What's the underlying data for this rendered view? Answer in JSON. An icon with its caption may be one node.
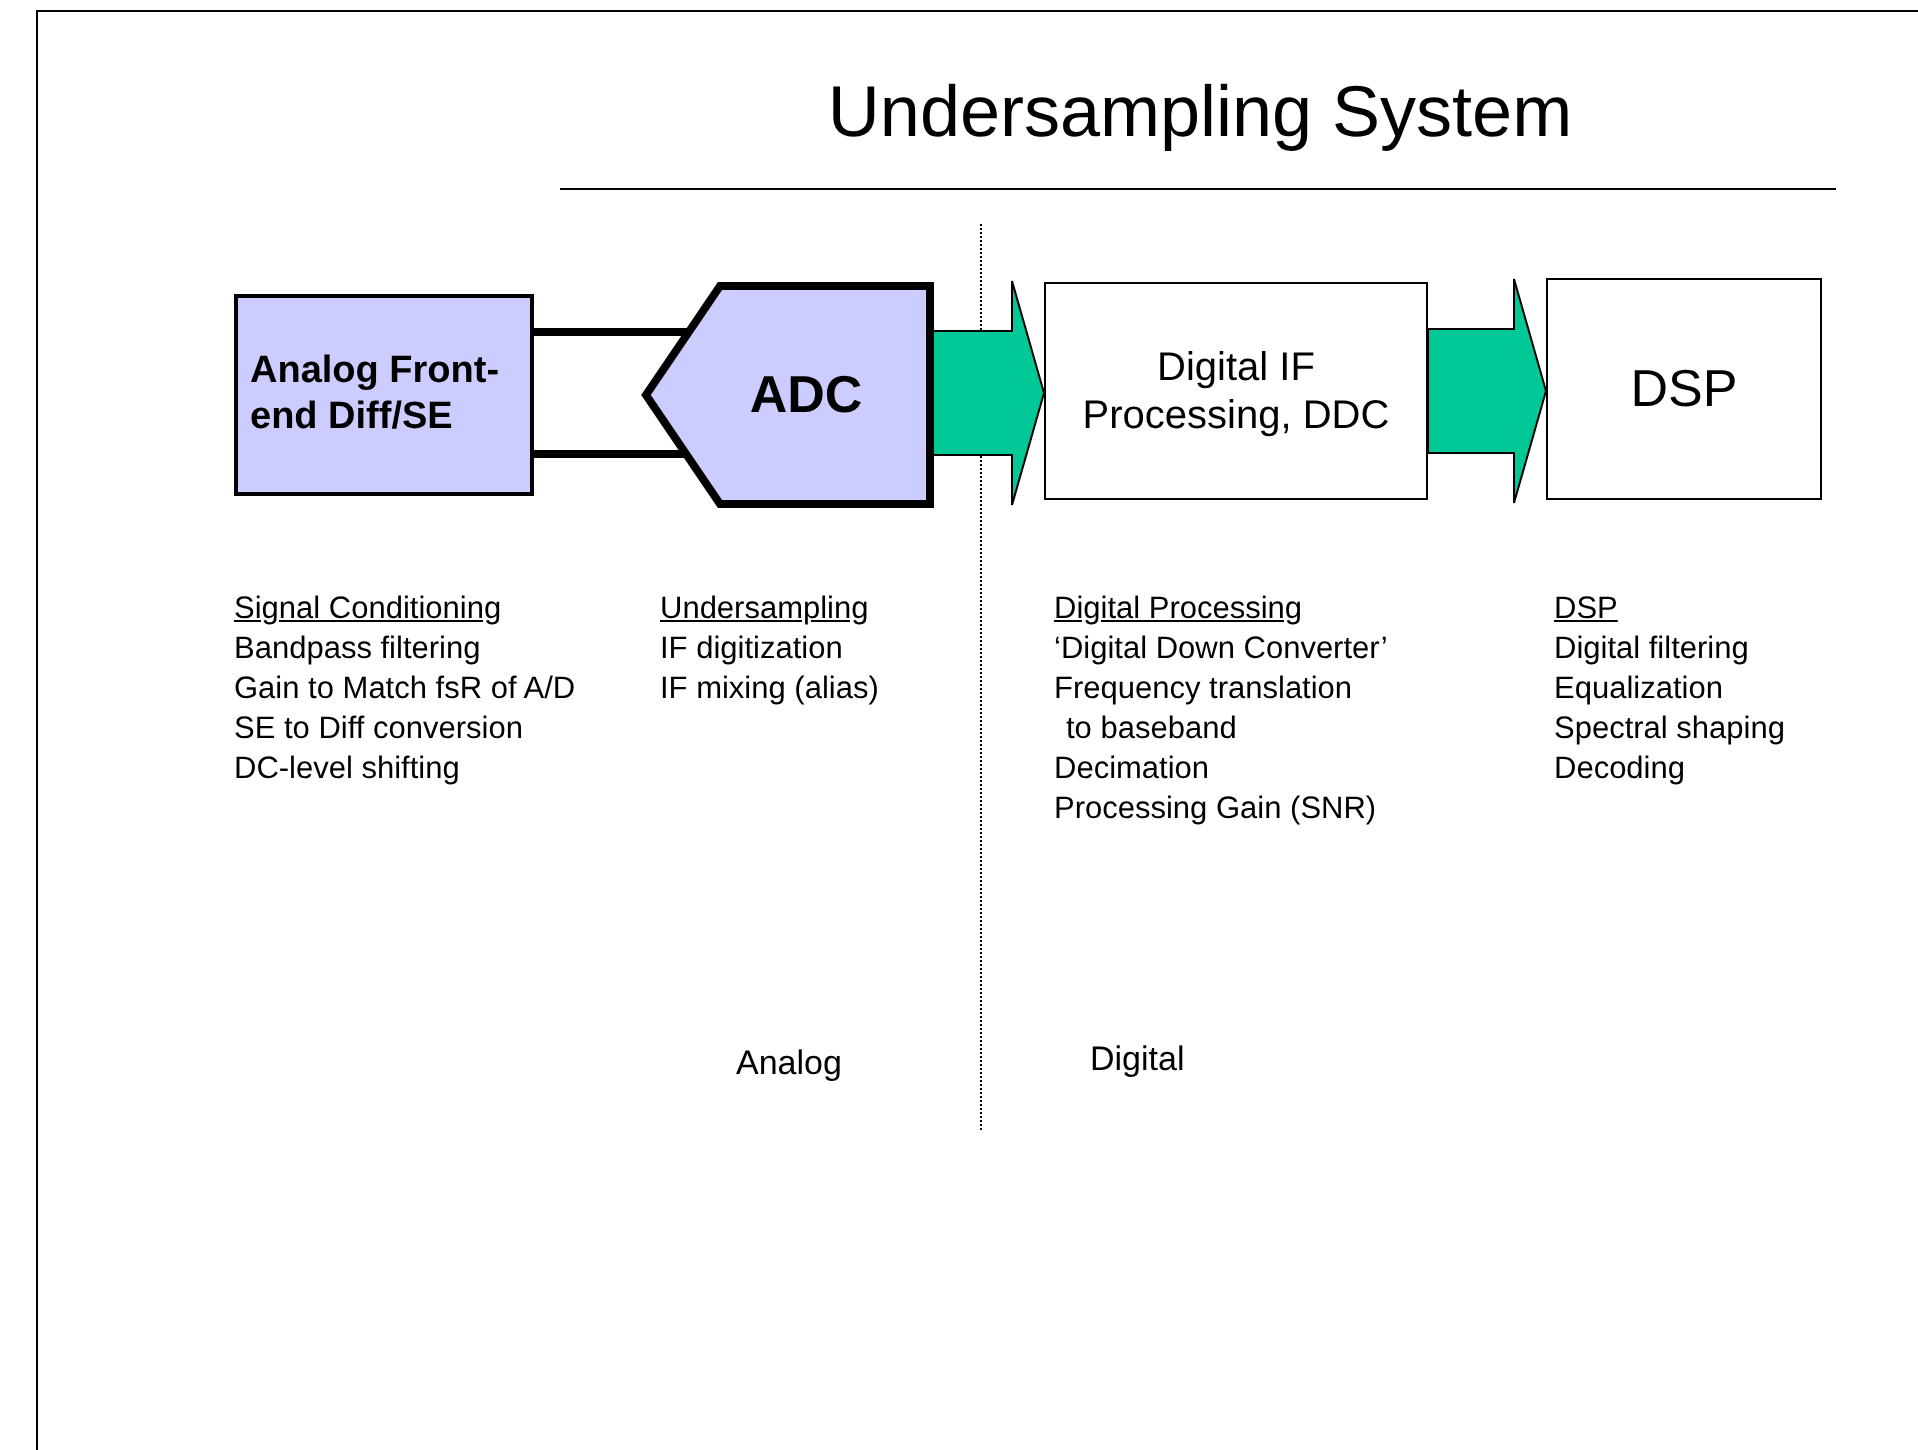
{
  "diagram": {
    "title": "Undersampling System",
    "nodes": [
      {
        "text": [
          "Analog Front-end Diff/SE"
        ]
      },
      {
        "text": [
          "ADC"
        ]
      },
      {
        "text": [
          "Digital IF Processing, DDC"
        ]
      },
      {
        "text": [
          "DSP"
        ]
      }
    ],
    "edges": [
      {
        "from": 0,
        "to": 1,
        "arrow": "none"
      },
      {
        "from": 0,
        "to": 1,
        "arrow": "none"
      },
      {
        "from": 1,
        "to": 2,
        "arrow": "to",
        "style": "thick",
        "color": "#00c896"
      },
      {
        "from": 2,
        "to": 3,
        "arrow": "to",
        "style": "thick",
        "color": "#00c896"
      }
    ],
    "labels": [
      "Signal Conditioning",
      "Bandpass filtering",
      "Gain to Match fsR of A/D",
      "SE to Diff conversion",
      "DC-level shifting",
      "Undersampling",
      "IF digitization",
      "IF mixing (alias)",
      "Digital Processing",
      "‘Digital Down Converter’",
      "Frequency translation",
      "to baseband",
      "Decimation",
      "Processing Gain (SNR)",
      "DSP",
      "Digital filtering",
      "Equalization",
      "Spectral shaping",
      "Decoding",
      "Analog",
      "Digital"
    ]
  }
}
